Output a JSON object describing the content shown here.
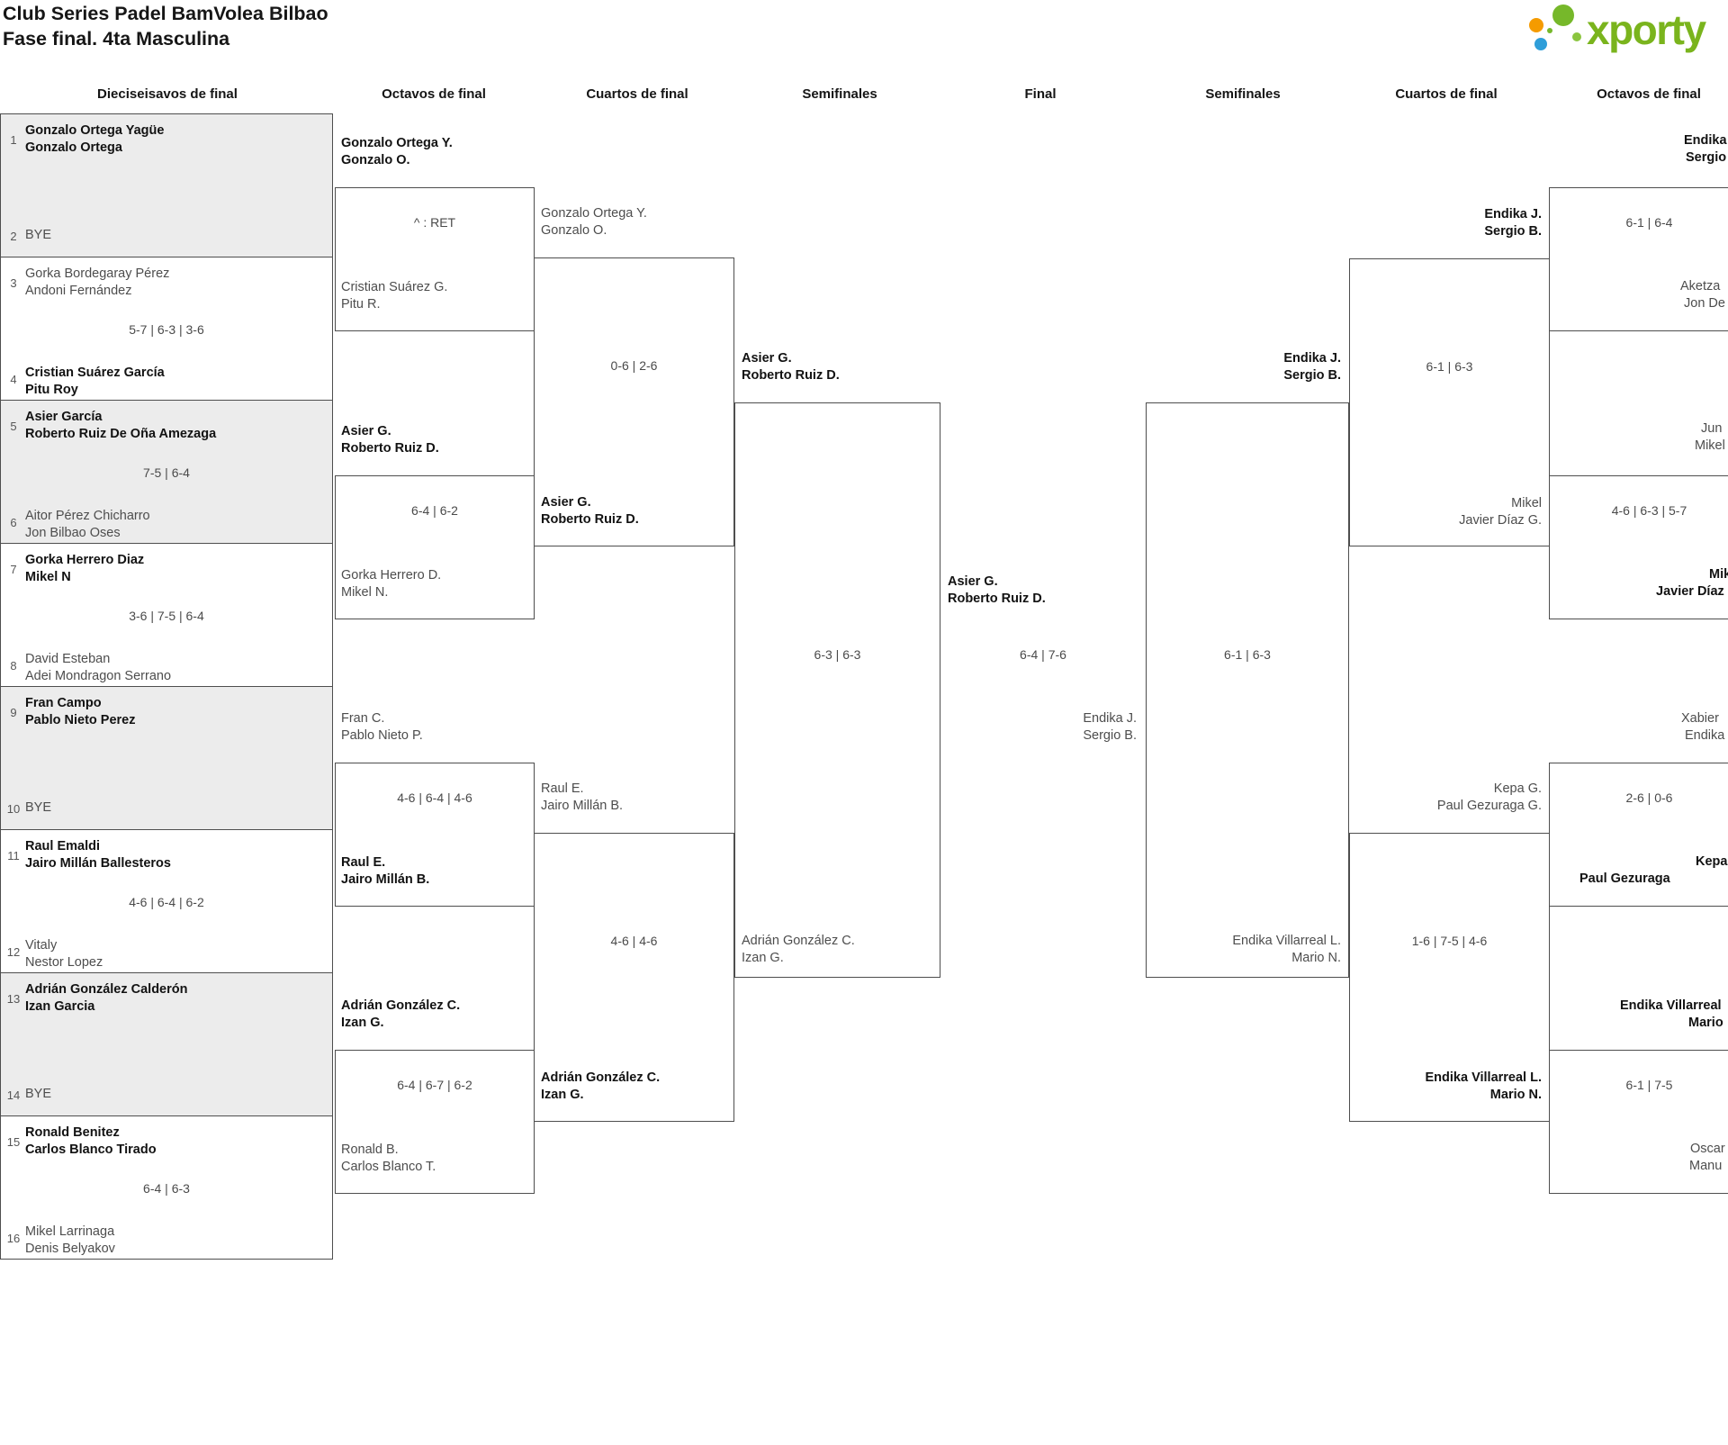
{
  "header": {
    "title_line1": "Club Series Padel BamVolea Bilbao",
    "title_line2": "Fase final. 4ta Masculina",
    "logo_text": "xporty",
    "logo_colors": {
      "green": "#76b82a",
      "light_green": "#8bc53f",
      "orange": "#f59b00",
      "blue": "#2f9ed9",
      "wordmark_green": "#7ab41d"
    }
  },
  "round_headers": {
    "r16": "Dieciseisavos de final",
    "r8_left": "Octavos de final",
    "qf_left": "Cuartos de final",
    "sf_left": "Semifinales",
    "final": "Final",
    "sf_right": "Semifinales",
    "qf_right": "Cuartos de final",
    "r8_right": "Octavos de final"
  },
  "r16": [
    {
      "num_top": "1",
      "top1": "Gonzalo Ortega Yagüe",
      "top2": "Gonzalo Ortega",
      "score": "",
      "num_bot": "2",
      "bot1": "BYE",
      "bot2": ""
    },
    {
      "num_top": "3",
      "top1": "Gorka Bordegaray Pérez",
      "top2": "Andoni Fernández",
      "score": "5-7 | 6-3 | 3-6",
      "num_bot": "4",
      "bot1": "Cristian Suárez García",
      "bot2": "Pitu Roy"
    },
    {
      "num_top": "5",
      "top1": "Asier García",
      "top2": "Roberto Ruiz De Oña Amezaga",
      "score": "7-5 | 6-4",
      "num_bot": "6",
      "bot1": "Aitor Pérez Chicharro",
      "bot2": "Jon Bilbao Oses"
    },
    {
      "num_top": "7",
      "top1": "Gorka Herrero Diaz",
      "top2": "Mikel N",
      "score": "3-6 | 7-5 | 6-4",
      "num_bot": "8",
      "bot1": "David Esteban",
      "bot2": "Adei Mondragon Serrano"
    },
    {
      "num_top": "9",
      "top1": "Fran Campo",
      "top2": "Pablo Nieto Perez",
      "score": "",
      "num_bot": "10",
      "bot1": "BYE",
      "bot2": ""
    },
    {
      "num_top": "11",
      "top1": "Raul Emaldi",
      "top2": "Jairo Millán Ballesteros",
      "score": "4-6 | 6-4 | 6-2",
      "num_bot": "12",
      "bot1": "Vitaly",
      "bot2": "Nestor Lopez"
    },
    {
      "num_top": "13",
      "top1": "Adrián González Calderón",
      "top2": "Izan Garcia",
      "score": "",
      "num_bot": "14",
      "bot1": "BYE",
      "bot2": ""
    },
    {
      "num_top": "15",
      "top1": "Ronald Benitez",
      "top2": "Carlos Blanco Tirado",
      "score": "6-4 | 6-3",
      "num_bot": "16",
      "bot1": "Mikel Larrinaga",
      "bot2": "Denis Belyakov"
    }
  ],
  "r8_left": [
    {
      "top1": "Gonzalo Ortega Y.",
      "top2": "Gonzalo O.",
      "score": "^ : RET",
      "bot1": "Cristian Suárez G.",
      "bot2": "Pitu R."
    },
    {
      "top1": "Asier G.",
      "top2": "Roberto Ruiz D.",
      "score": "6-4 | 6-2",
      "bot1": "Gorka Herrero D.",
      "bot2": "Mikel N."
    },
    {
      "top1": "Fran C.",
      "top2": "Pablo Nieto P.",
      "score": "4-6 | 6-4 | 4-6",
      "bot1": "Raul E.",
      "bot2": "Jairo Millán B."
    },
    {
      "top1": "Adrián González C.",
      "top2": "Izan G.",
      "score": "6-4 | 6-7 | 6-2",
      "bot1": "Ronald B.",
      "bot2": "Carlos Blanco T."
    }
  ],
  "qf_left": [
    {
      "top1": "Gonzalo Ortega Y.",
      "top2": "Gonzalo O.",
      "score": "0-6 | 2-6",
      "bot1": "Asier G.",
      "bot2": "Roberto Ruiz D."
    },
    {
      "top1": "Raul E.",
      "top2": "Jairo Millán B.",
      "score": "4-6 | 4-6",
      "bot1": "Adrián González C.",
      "bot2": "Izan G."
    }
  ],
  "sf_left": {
    "top1": "Asier G.",
    "top2": "Roberto Ruiz D.",
    "score": "6-3 | 6-3",
    "bot1": "Adrián González C.",
    "bot2": "Izan G."
  },
  "final": {
    "winner1": "Asier G.",
    "winner2": "Roberto Ruiz D.",
    "score": "6-4 | 7-6",
    "loser1": "Endika J.",
    "loser2": "Sergio B."
  },
  "sf_right": {
    "top1": "Endika J.",
    "top2": "Sergio B.",
    "score": "6-1 | 6-3",
    "bot1": "Endika Villarreal L.",
    "bot2": "Mario N."
  },
  "qf_right": [
    {
      "top1": "Endika J.",
      "top2": "Sergio B.",
      "score": "6-1 | 6-3",
      "bot1": "Mikel",
      "bot2": "Javier Díaz G."
    },
    {
      "top1": "Kepa G.",
      "top2": "Paul Gezuraga G.",
      "score": "1-6 | 7-5 | 4-6",
      "bot1": "Endika Villarreal L.",
      "bot2": "Mario N."
    }
  ],
  "r8_right": [
    {
      "top1": "Endika",
      "top2": "Sergio",
      "score": "6-1 | 6-4",
      "bot1": "Aketza",
      "bot2": "Jon De"
    },
    {
      "top1": "Jun",
      "top2": "Mikel",
      "score": "4-6 | 6-3 | 5-7",
      "bot1": "Mik",
      "bot2": "Javier Díaz"
    },
    {
      "top1": "Xabier",
      "top2": "Endika",
      "score": "2-6 | 0-6",
      "bot1": "Kepa",
      "bot2": "Paul Gezuraga"
    },
    {
      "top1": "Endika Villarreal",
      "top2": "Mario",
      "score": "6-1 | 7-5",
      "bot1": "Oscar",
      "bot2": "Manu"
    }
  ]
}
